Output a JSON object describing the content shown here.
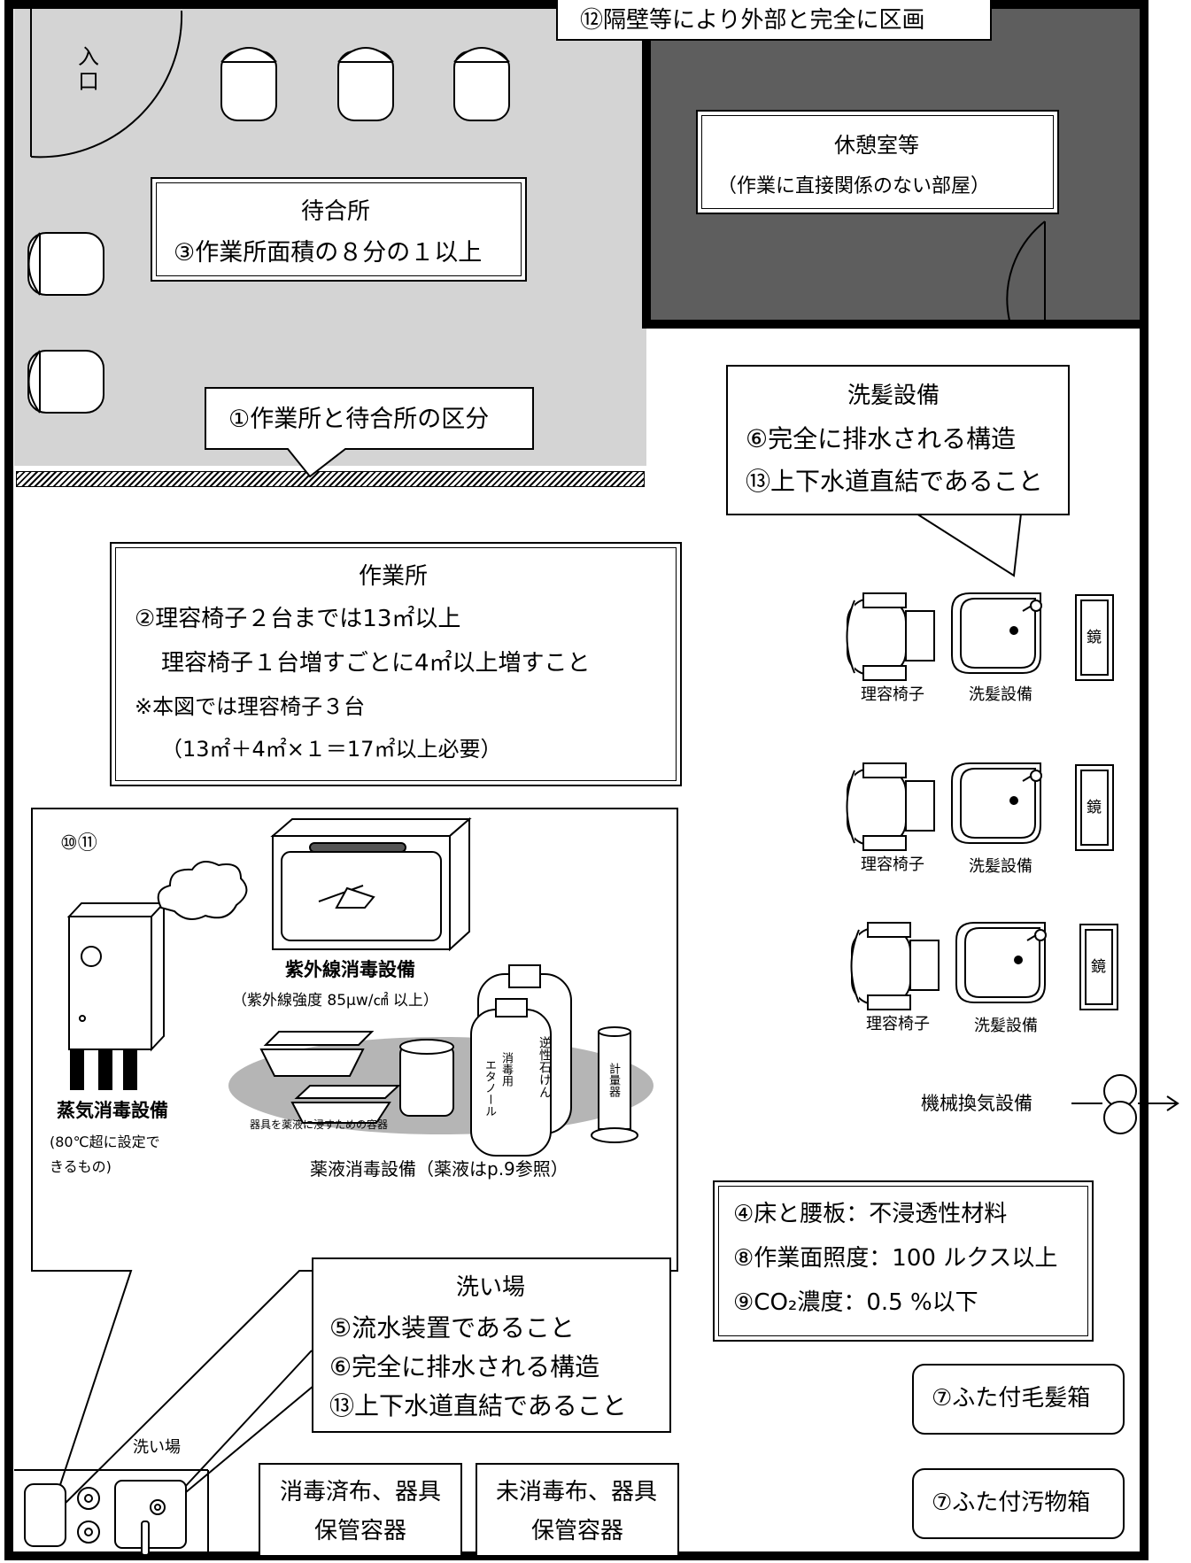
{
  "callouts": {
    "partition": "⑫隔壁等により外部と完全に区画",
    "division": "①作業所と待合所の区分"
  },
  "entrance": {
    "label_1": "入",
    "label_2": "口"
  },
  "waiting_room": {
    "title": "待合所",
    "requirement": "③作業所面積の８分の１以上"
  },
  "rest_room": {
    "title": "休憩室等",
    "note": "（作業に直接関係のない部屋）"
  },
  "shampoo_info": {
    "title": "洗髪設備",
    "item_1": "⑥完全に排水される構造",
    "item_2": "⑬上下水道直結であること"
  },
  "workplace": {
    "title": "作業所",
    "line_1": "②理容椅子２台までは13㎡以上",
    "line_2": "理容椅子１台増すごとに4㎡以上増すこと",
    "line_3": "※本図では理容椅子３台",
    "line_4": "（13㎡＋4㎡×１＝17㎡以上必要）"
  },
  "stations": {
    "chair_label": "理容椅子",
    "shampoo_label": "洗髪設備",
    "mirror_label": "鏡"
  },
  "disinfection": {
    "ref": "⑩⑪",
    "uv_title": "紫外線消毒設備",
    "uv_note": "（紫外線強度 85μw/㎠ 以上）",
    "steam_title": "蒸気消毒設備",
    "steam_note_1": "(80℃超に設定で",
    "steam_note_2": "きるもの)",
    "container_label": "器具を薬液に浸すための容器",
    "chemical_title": "薬液消毒設備（薬液はp.9参照）",
    "bottle_ethanol_1": "消毒用",
    "bottle_ethanol_2": "エタノール",
    "bottle_soap": "逆性石けん",
    "measure": "計量器"
  },
  "ventilation": {
    "label": "機械換気設備"
  },
  "standards": {
    "item_1": "④床と腰板：不浸透性材料",
    "item_2": "⑧作業面照度：100 ルクス以上",
    "item_3": "⑨CO₂濃度：0.5 %以下"
  },
  "washing_area": {
    "title": "洗い場",
    "item_1": "⑤流水装置であること",
    "item_2": "⑥完全に排水される構造",
    "item_3": "⑬上下水道直結であること",
    "small_label": "洗い場"
  },
  "storage": {
    "disinfected_1": "消毒済布、器具",
    "disinfected_2": "保管容器",
    "undisinfected_1": "未消毒布、器具",
    "undisinfected_2": "保管容器"
  },
  "boxes": {
    "hair_box": "⑦ふた付毛髪箱",
    "waste_box": "⑦ふた付汚物箱"
  }
}
